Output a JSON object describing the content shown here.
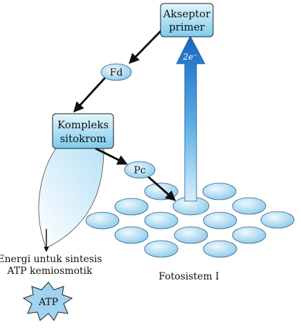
{
  "nodes": {
    "akseptor": {
      "line1": "Akseptor",
      "line2": "primer"
    },
    "fd": "Fd",
    "kompleks": {
      "line1": "Kompleks",
      "line2": "sitokrom"
    },
    "pc": "Pc"
  },
  "electron_label": "2e⁻",
  "fotosistem_label": "Fotosistem I",
  "energi": {
    "line1": "Energi untuk sintesis",
    "line2": "ATP kemiosmotik"
  },
  "atp_label": "ATP",
  "colors": {
    "box_fill": "#a9dff2",
    "ellipse_fill": "#a6d8f2",
    "arrow_blue": "#1f7fd0",
    "outline": "#1a1a1a"
  }
}
